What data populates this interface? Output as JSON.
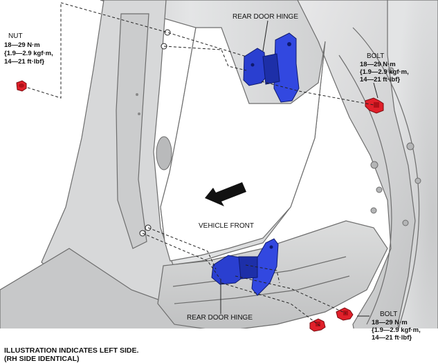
{
  "labels": {
    "nut_title": "NUT",
    "nut_torque": [
      "18—29 N·m",
      "{1.9—2.9 kgf·m,",
      "14—21 ft·lbf}"
    ],
    "hinge_upper": "REAR DOOR HINGE",
    "bolt_upper_title": "BOLT",
    "bolt_upper_torque": [
      "18—29 N·m",
      "{1.9—2.9 kgf·m,",
      "14—21 ft·lbf}"
    ],
    "vehicle_front": "VEHICLE FRONT",
    "hinge_lower": "REAR DOOR HINGE",
    "bolt_lower_title": "BOLT",
    "bolt_lower_torque": [
      "18—29 N·m",
      "{1.9—2.9 kgf·m,",
      "14—21 ft·lbf}"
    ],
    "note_line1": "ILLUSTRATION INDICATES LEFT SIDE.",
    "note_line2": "(RH SIDE IDENTICAL)"
  },
  "colors": {
    "hinge": "#2a3fd0",
    "fastener": "#e0202a",
    "body_panel": "#d9dadb"
  },
  "icons": {
    "direction_arrow": "vehicle-front-arrow-icon"
  }
}
